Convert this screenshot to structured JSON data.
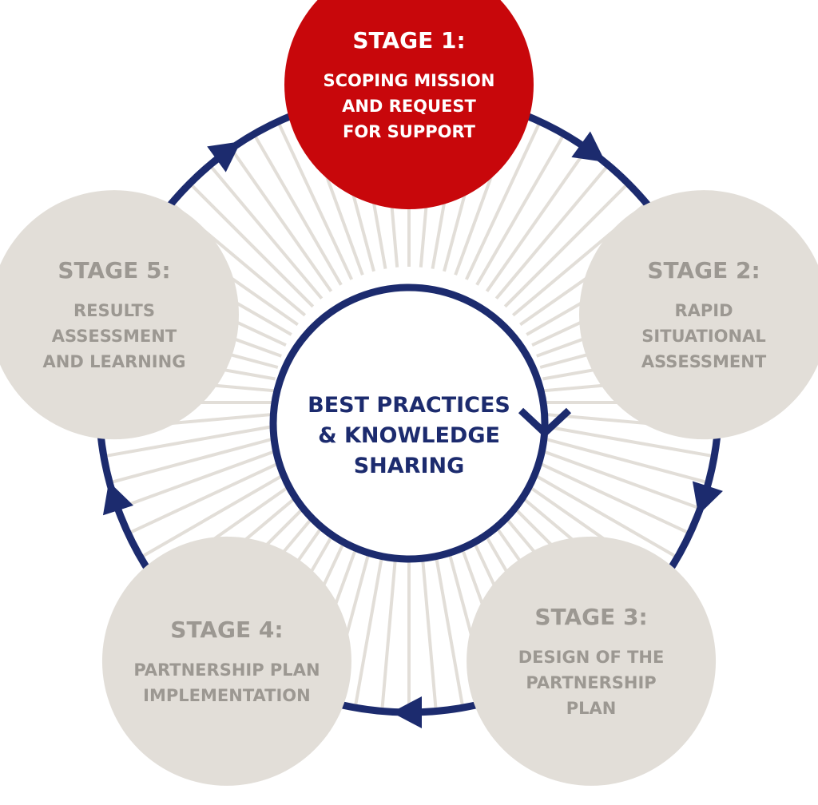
{
  "colors": {
    "active_fill": "#c8070b",
    "inactive_fill": "#e2ded8",
    "active_text": "#ffffff",
    "inactive_text": "#9c9892",
    "navy": "#1c2b6e",
    "spokes": "#e2ded8",
    "background": "#ffffff"
  },
  "stages": [
    {
      "title": "STAGE 1:",
      "lines": [
        "SCOPING MISSION",
        "AND REQUEST",
        "FOR SUPPORT"
      ],
      "active": true
    },
    {
      "title": "STAGE 2:",
      "lines": [
        "RAPID",
        "SITUATIONAL",
        "ASSESSMENT"
      ],
      "active": false
    },
    {
      "title": "STAGE 3:",
      "lines": [
        "DESIGN OF THE",
        "PARTNERSHIP",
        "PLAN"
      ],
      "active": false
    },
    {
      "title": "STAGE 4:",
      "lines": [
        "PARTNERSHIP PLAN",
        "IMPLEMENTATION"
      ],
      "active": false
    },
    {
      "title": "STAGE 5:",
      "lines": [
        "RESULTS",
        "ASSESSMENT",
        "AND LEARNING"
      ],
      "active": false
    }
  ],
  "center": {
    "lines": [
      "BEST PRACTICES",
      "& KNOWLEDGE",
      "SHARING"
    ]
  },
  "cycle": {
    "direction": "clockwise",
    "arrow_icon": "triangle-arrow-icon"
  }
}
